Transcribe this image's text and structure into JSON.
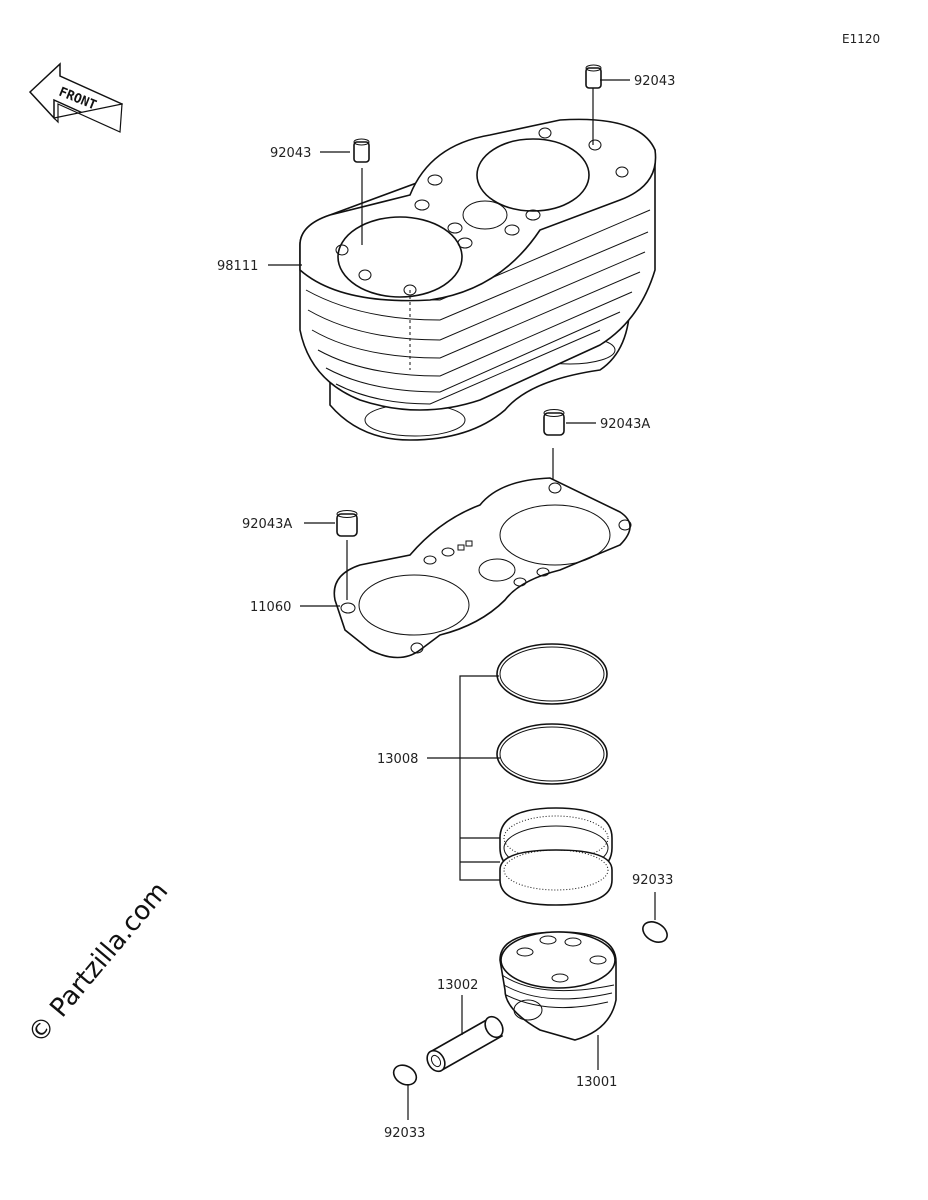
{
  "diagram_code": "E1120",
  "orientation_label": "FRONT",
  "watermark": "© Partzilla.com",
  "part_labels": {
    "pin_top_right": "92043",
    "pin_top_left": "92043",
    "cylinder": "98111",
    "pin_right": "92043A",
    "pin_left": "92043A",
    "gasket": "11060",
    "piston_rings": "13008",
    "clip_right": "92033",
    "pin_piston": "13002",
    "piston": "13001",
    "clip_bottom": "92033"
  }
}
